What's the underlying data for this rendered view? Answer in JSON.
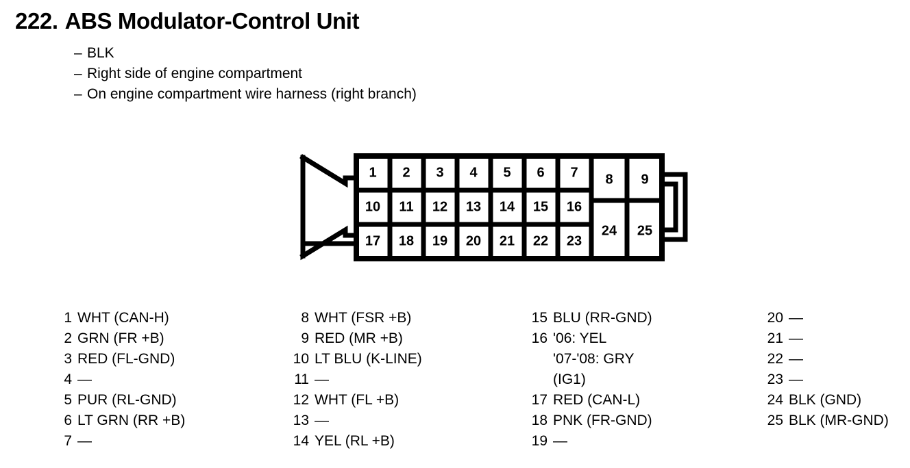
{
  "header": {
    "number": "222.",
    "title": "ABS Modulator-Control Unit",
    "bullets": [
      {
        "dash": "–",
        "text": "BLK"
      },
      {
        "dash": "–",
        "text": "Right side of engine compartment"
      },
      {
        "dash": "–",
        "text": "On engine compartment wire harness (right branch)"
      }
    ]
  },
  "connector": {
    "rows": [
      [
        "1",
        "2",
        "3",
        "4",
        "5",
        "6",
        "7"
      ],
      [
        "10",
        "11",
        "12",
        "13",
        "14",
        "15",
        "16"
      ],
      [
        "17",
        "18",
        "19",
        "20",
        "21",
        "22",
        "23"
      ]
    ],
    "right_top": [
      "8",
      "9"
    ],
    "right_bottom": [
      "24",
      "25"
    ],
    "stroke_color": "#000000",
    "fill_color": "#ffffff"
  },
  "legend": {
    "columns": [
      {
        "entries": [
          {
            "pin": "1",
            "desc": "WHT (CAN-H)"
          },
          {
            "pin": "2",
            "desc": "GRN (FR +B)"
          },
          {
            "pin": "3",
            "desc": "RED (FL-GND)"
          },
          {
            "pin": "4",
            "desc": "—"
          },
          {
            "pin": "5",
            "desc": "PUR (RL-GND)"
          },
          {
            "pin": "6",
            "desc": "LT GRN (RR +B)"
          },
          {
            "pin": "7",
            "desc": "—"
          }
        ]
      },
      {
        "entries": [
          {
            "pin": "8",
            "desc": "WHT (FSR +B)"
          },
          {
            "pin": "9",
            "desc": "RED (MR +B)"
          },
          {
            "pin": "10",
            "desc": "LT BLU (K-LINE)"
          },
          {
            "pin": "11",
            "desc": "—"
          },
          {
            "pin": "12",
            "desc": "WHT (FL +B)"
          },
          {
            "pin": "13",
            "desc": "—"
          },
          {
            "pin": "14",
            "desc": "YEL (RL +B)"
          }
        ]
      },
      {
        "entries": [
          {
            "pin": "15",
            "desc": "BLU (RR-GND)"
          },
          {
            "pin": "16",
            "desc": "'06: YEL",
            "sublines": [
              "'07-'08: GRY",
              "(IG1)"
            ]
          },
          {
            "pin": "17",
            "desc": "RED (CAN-L)"
          },
          {
            "pin": "18",
            "desc": "PNK (FR-GND)"
          },
          {
            "pin": "19",
            "desc": "—"
          }
        ]
      },
      {
        "entries": [
          {
            "pin": "20",
            "desc": "—"
          },
          {
            "pin": "21",
            "desc": "—"
          },
          {
            "pin": "22",
            "desc": "—"
          },
          {
            "pin": "23",
            "desc": "—"
          },
          {
            "pin": "24",
            "desc": "BLK (GND)"
          },
          {
            "pin": "25",
            "desc": "BLK (MR-GND)"
          }
        ]
      }
    ]
  }
}
